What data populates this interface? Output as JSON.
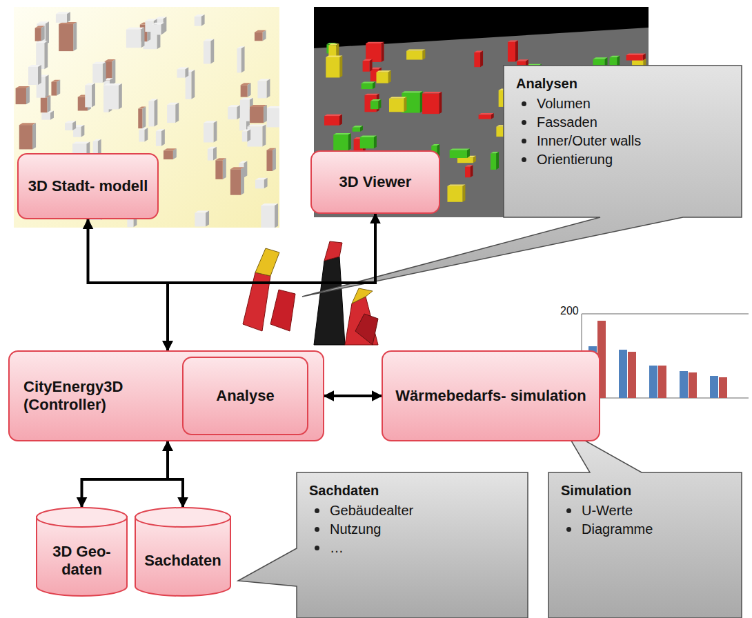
{
  "diagram": {
    "nodes": [
      {
        "text": [
          "3D Stadt- modell"
        ]
      },
      {
        "text": [
          "3D Viewer"
        ]
      },
      {
        "text": [
          "Analysen",
          "Volumen",
          "Fassaden",
          "Inner/Outer walls",
          "Orientierung"
        ]
      },
      {
        "text": [
          "CityEnergy3D (Controller)"
        ]
      },
      {
        "text": [
          "Analyse"
        ],
        "in": 3
      },
      {
        "text": [
          "Wärmebedarfs- simulation"
        ]
      },
      {
        "text": [
          "3D Geo- daten"
        ]
      },
      {
        "text": [
          "Sachdaten"
        ]
      },
      {
        "text": [
          "Sachdaten",
          "Gebäudealter",
          "Nutzung",
          "…"
        ]
      },
      {
        "text": [
          "Simulation",
          "U-Werte",
          "Diagramme"
        ]
      }
    ],
    "edges": [
      {
        "from": 3,
        "to": 0,
        "arrow": "both"
      },
      {
        "from": 3,
        "to": 1,
        "arrow": "both"
      },
      {
        "from": 3,
        "to": 5,
        "arrow": "both"
      },
      {
        "from": 3,
        "to": 6,
        "arrow": "both"
      },
      {
        "from": 3,
        "to": 7,
        "arrow": "both"
      }
    ],
    "labels": [
      "200"
    ]
  }
}
